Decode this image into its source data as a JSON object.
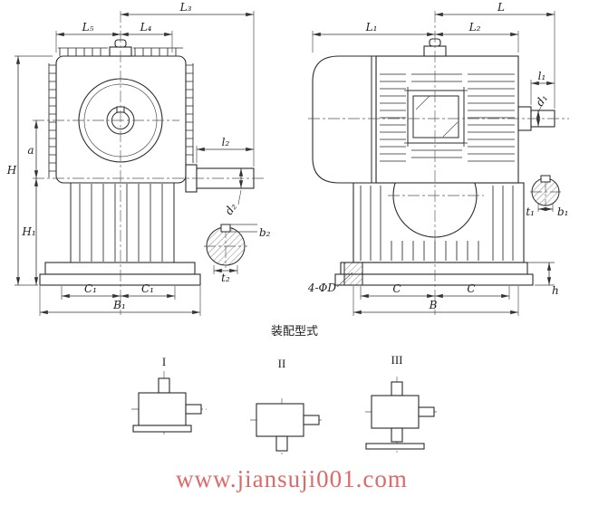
{
  "left_view": {
    "dims": {
      "L3": "L₃",
      "L5": "L₅",
      "L4": "L₄",
      "H": "H",
      "a": "a",
      "H1": "H₁",
      "l2": "l₂",
      "d2": "d₂",
      "b2": "b₂",
      "t2": "t₂",
      "C1_left": "C₁",
      "C1_right": "C₁",
      "B1": "B₁"
    }
  },
  "right_view": {
    "dims": {
      "L": "L",
      "L1": "L₁",
      "L2": "L₂",
      "l1": "l₁",
      "d1": "d₁",
      "t1": "t₁",
      "b1": "b₁",
      "holes": "4-ΦD",
      "C_left": "C",
      "C_right": "C",
      "B": "B",
      "h": "h"
    }
  },
  "assembly": {
    "heading": "装配型式",
    "variant_1": "I",
    "variant_2": "II",
    "variant_3": "III"
  },
  "watermark": {
    "text": "www.jiansuji001.com",
    "color": "#dd6a6a"
  },
  "colors": {
    "line": "#2a2a2a",
    "background": "#ffffff"
  }
}
